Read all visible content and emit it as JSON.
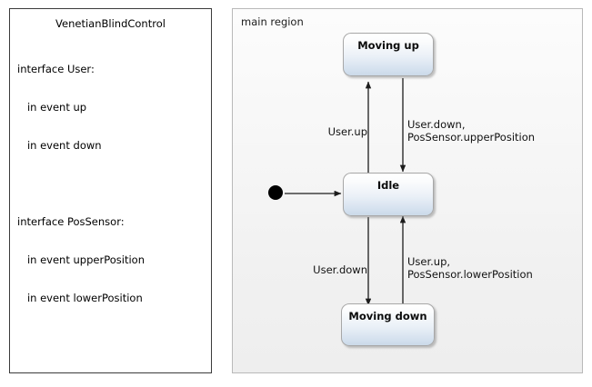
{
  "interface_panel": {
    "title": "VenetianBlindControl",
    "lines": [
      "interface User:",
      "   in event up",
      "   in event down",
      "",
      "interface PosSensor:",
      "   in event upperPosition",
      "   in event lowerPosition"
    ]
  },
  "statechart": {
    "region_label": "main region",
    "initial_node": "initial-state-node",
    "states": [
      {
        "id": "moving-up",
        "name": "Moving up"
      },
      {
        "id": "idle",
        "name": "Idle"
      },
      {
        "id": "moving-down",
        "name": "Moving down"
      }
    ],
    "transitions": [
      {
        "id": "idle-to-moving-up",
        "from": "Idle",
        "to": "Moving up",
        "label": "User.up"
      },
      {
        "id": "moving-up-to-idle",
        "from": "Moving up",
        "to": "Idle",
        "label": "User.down,\nPosSensor.upperPosition"
      },
      {
        "id": "idle-to-moving-down",
        "from": "Idle",
        "to": "Moving down",
        "label": "User.down"
      },
      {
        "id": "moving-down-to-idle",
        "from": "Moving down",
        "to": "Idle",
        "label": "User.up,\nPosSensor.lowerPosition"
      },
      {
        "id": "initial-to-idle",
        "from": "initial",
        "to": "Idle",
        "label": ""
      }
    ]
  },
  "colors": {
    "state_border": "#a7a7a7",
    "state_fill_top": "#ffffff",
    "state_fill_bottom": "#cbd9e8",
    "region_border": "#b9b9b9",
    "panel_border": "#3b3b3b",
    "arrow": "#1c1c1c",
    "initial_node": "#000000"
  }
}
